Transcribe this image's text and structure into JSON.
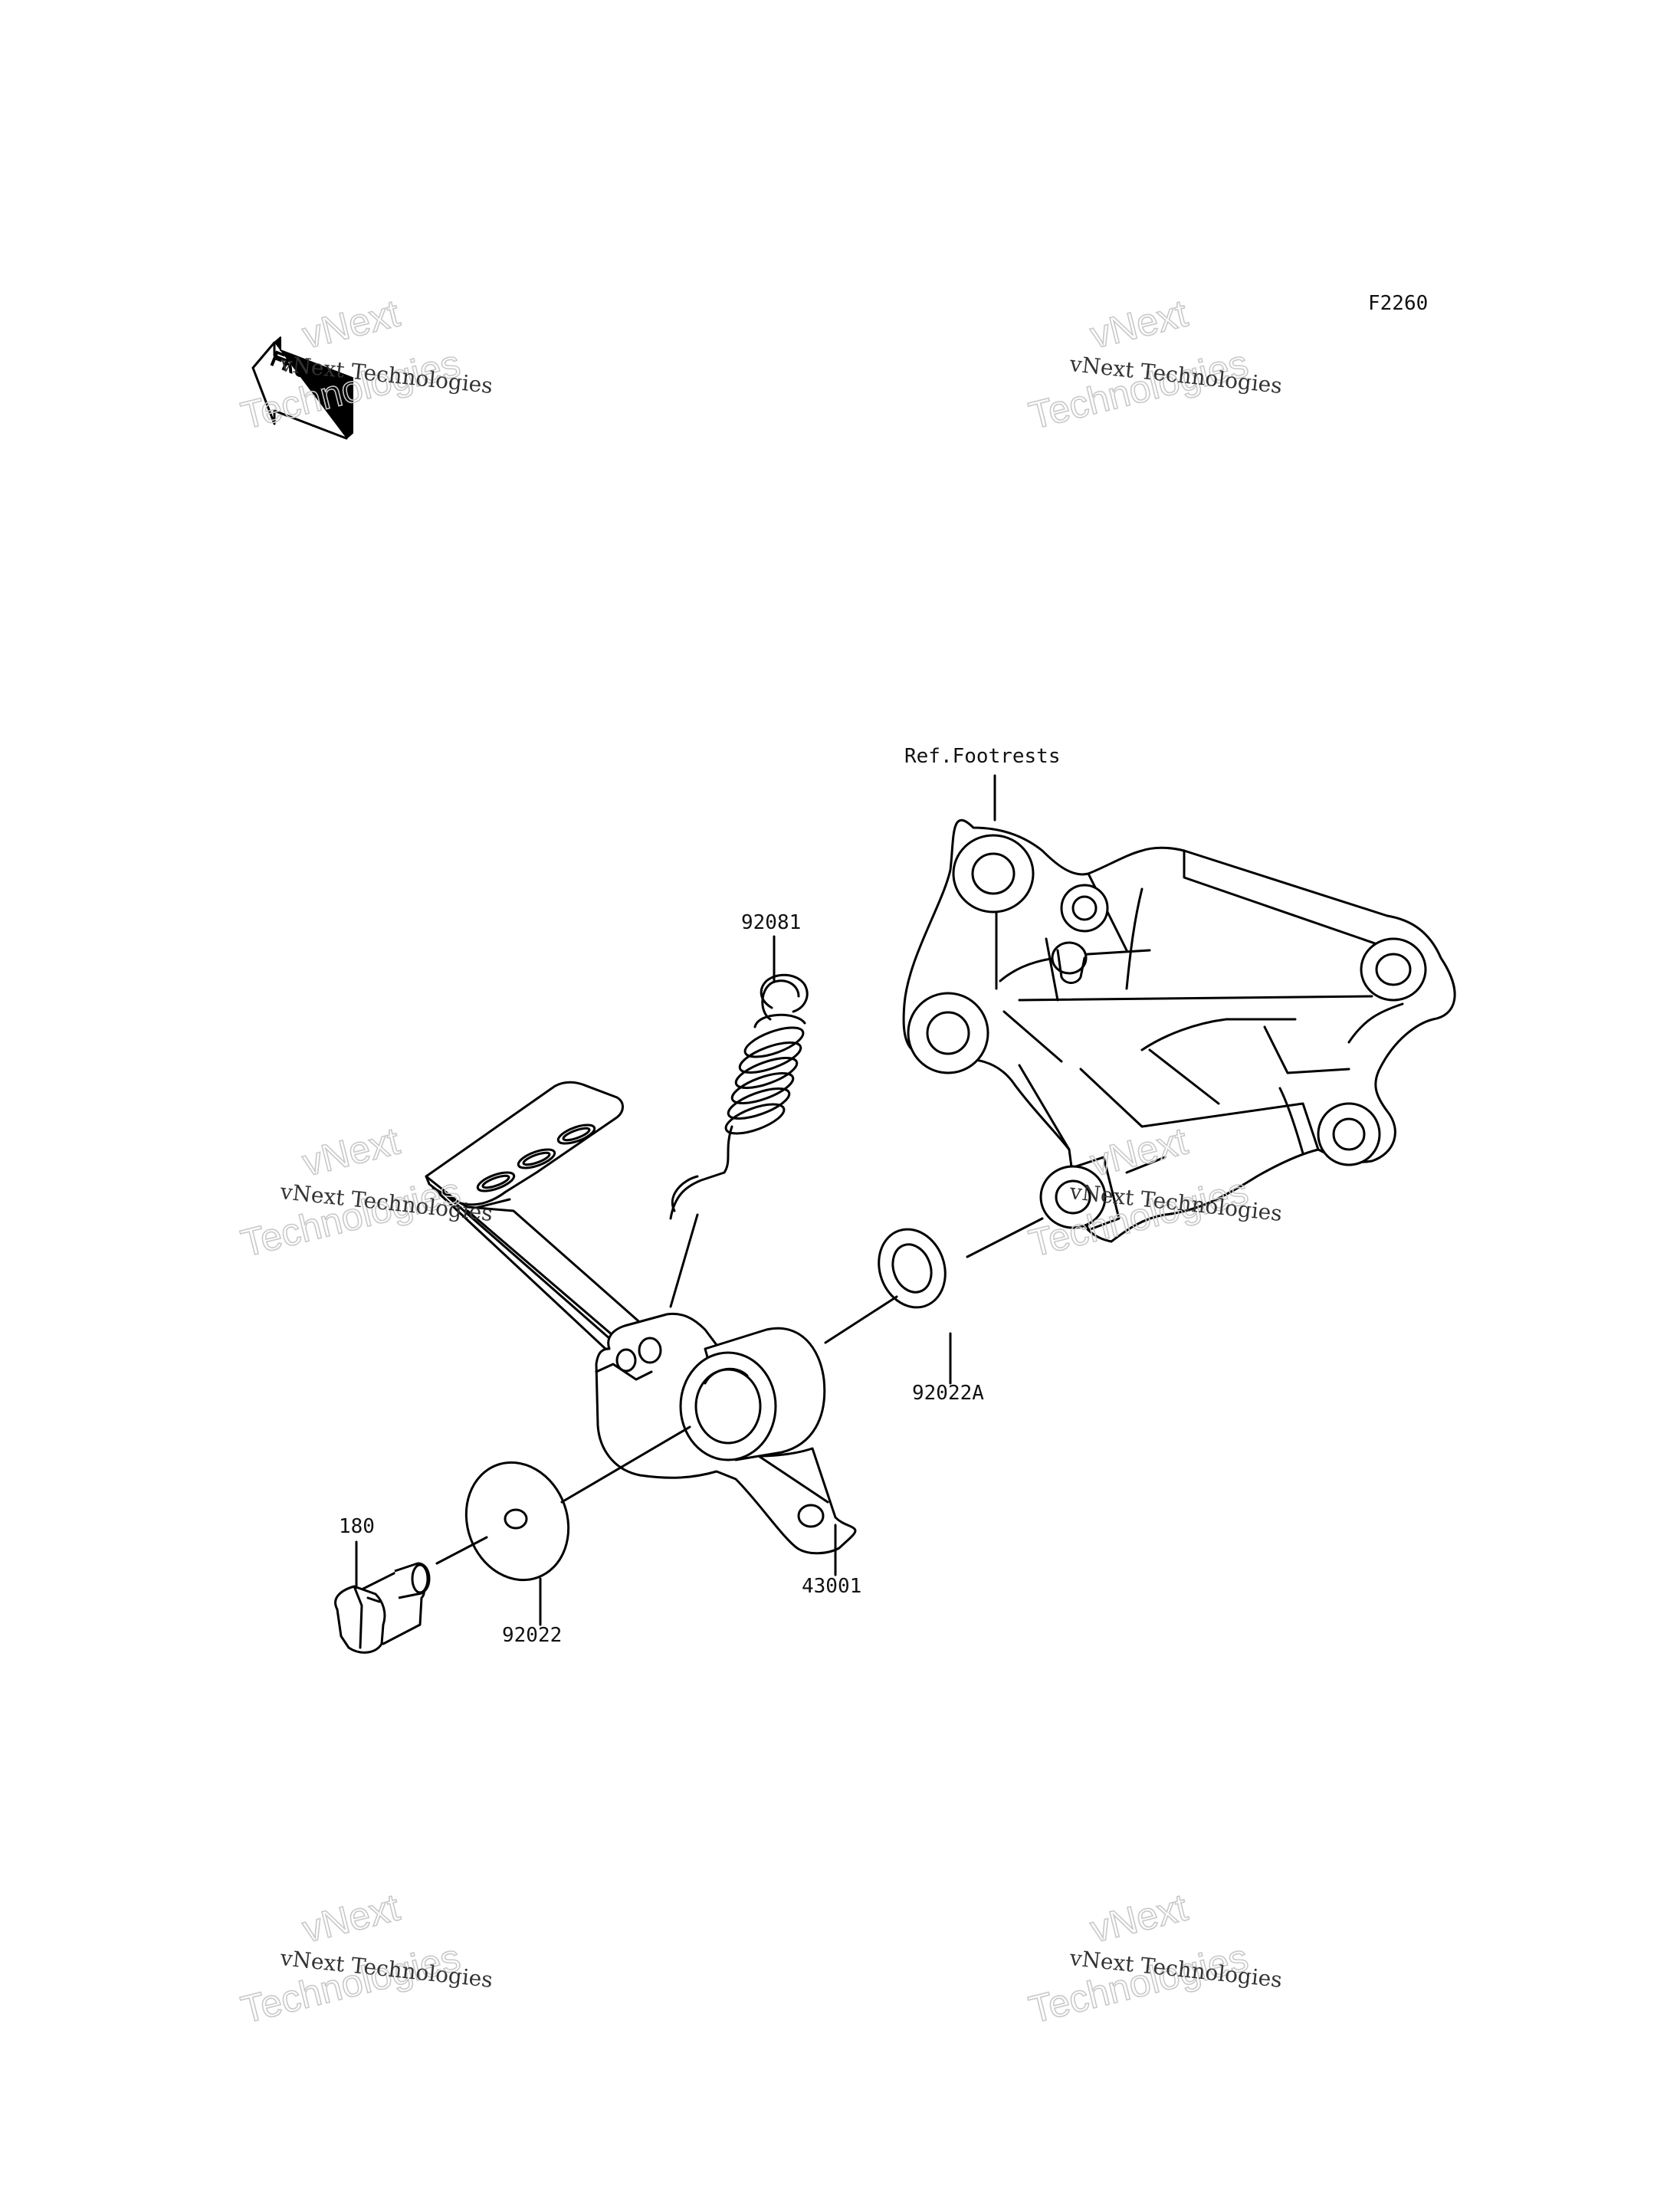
{
  "figure_code": "F2260",
  "front_label": "FRONT",
  "reference_label": "Ref.Footrests",
  "parts": {
    "spring": "92081",
    "washer_a": "92022A",
    "pedal": "43001",
    "bolt": "180",
    "washer": "92022"
  },
  "watermark": {
    "line1": "vNext Technologies",
    "line2a": "vNext",
    "line2b": "Technologies"
  }
}
